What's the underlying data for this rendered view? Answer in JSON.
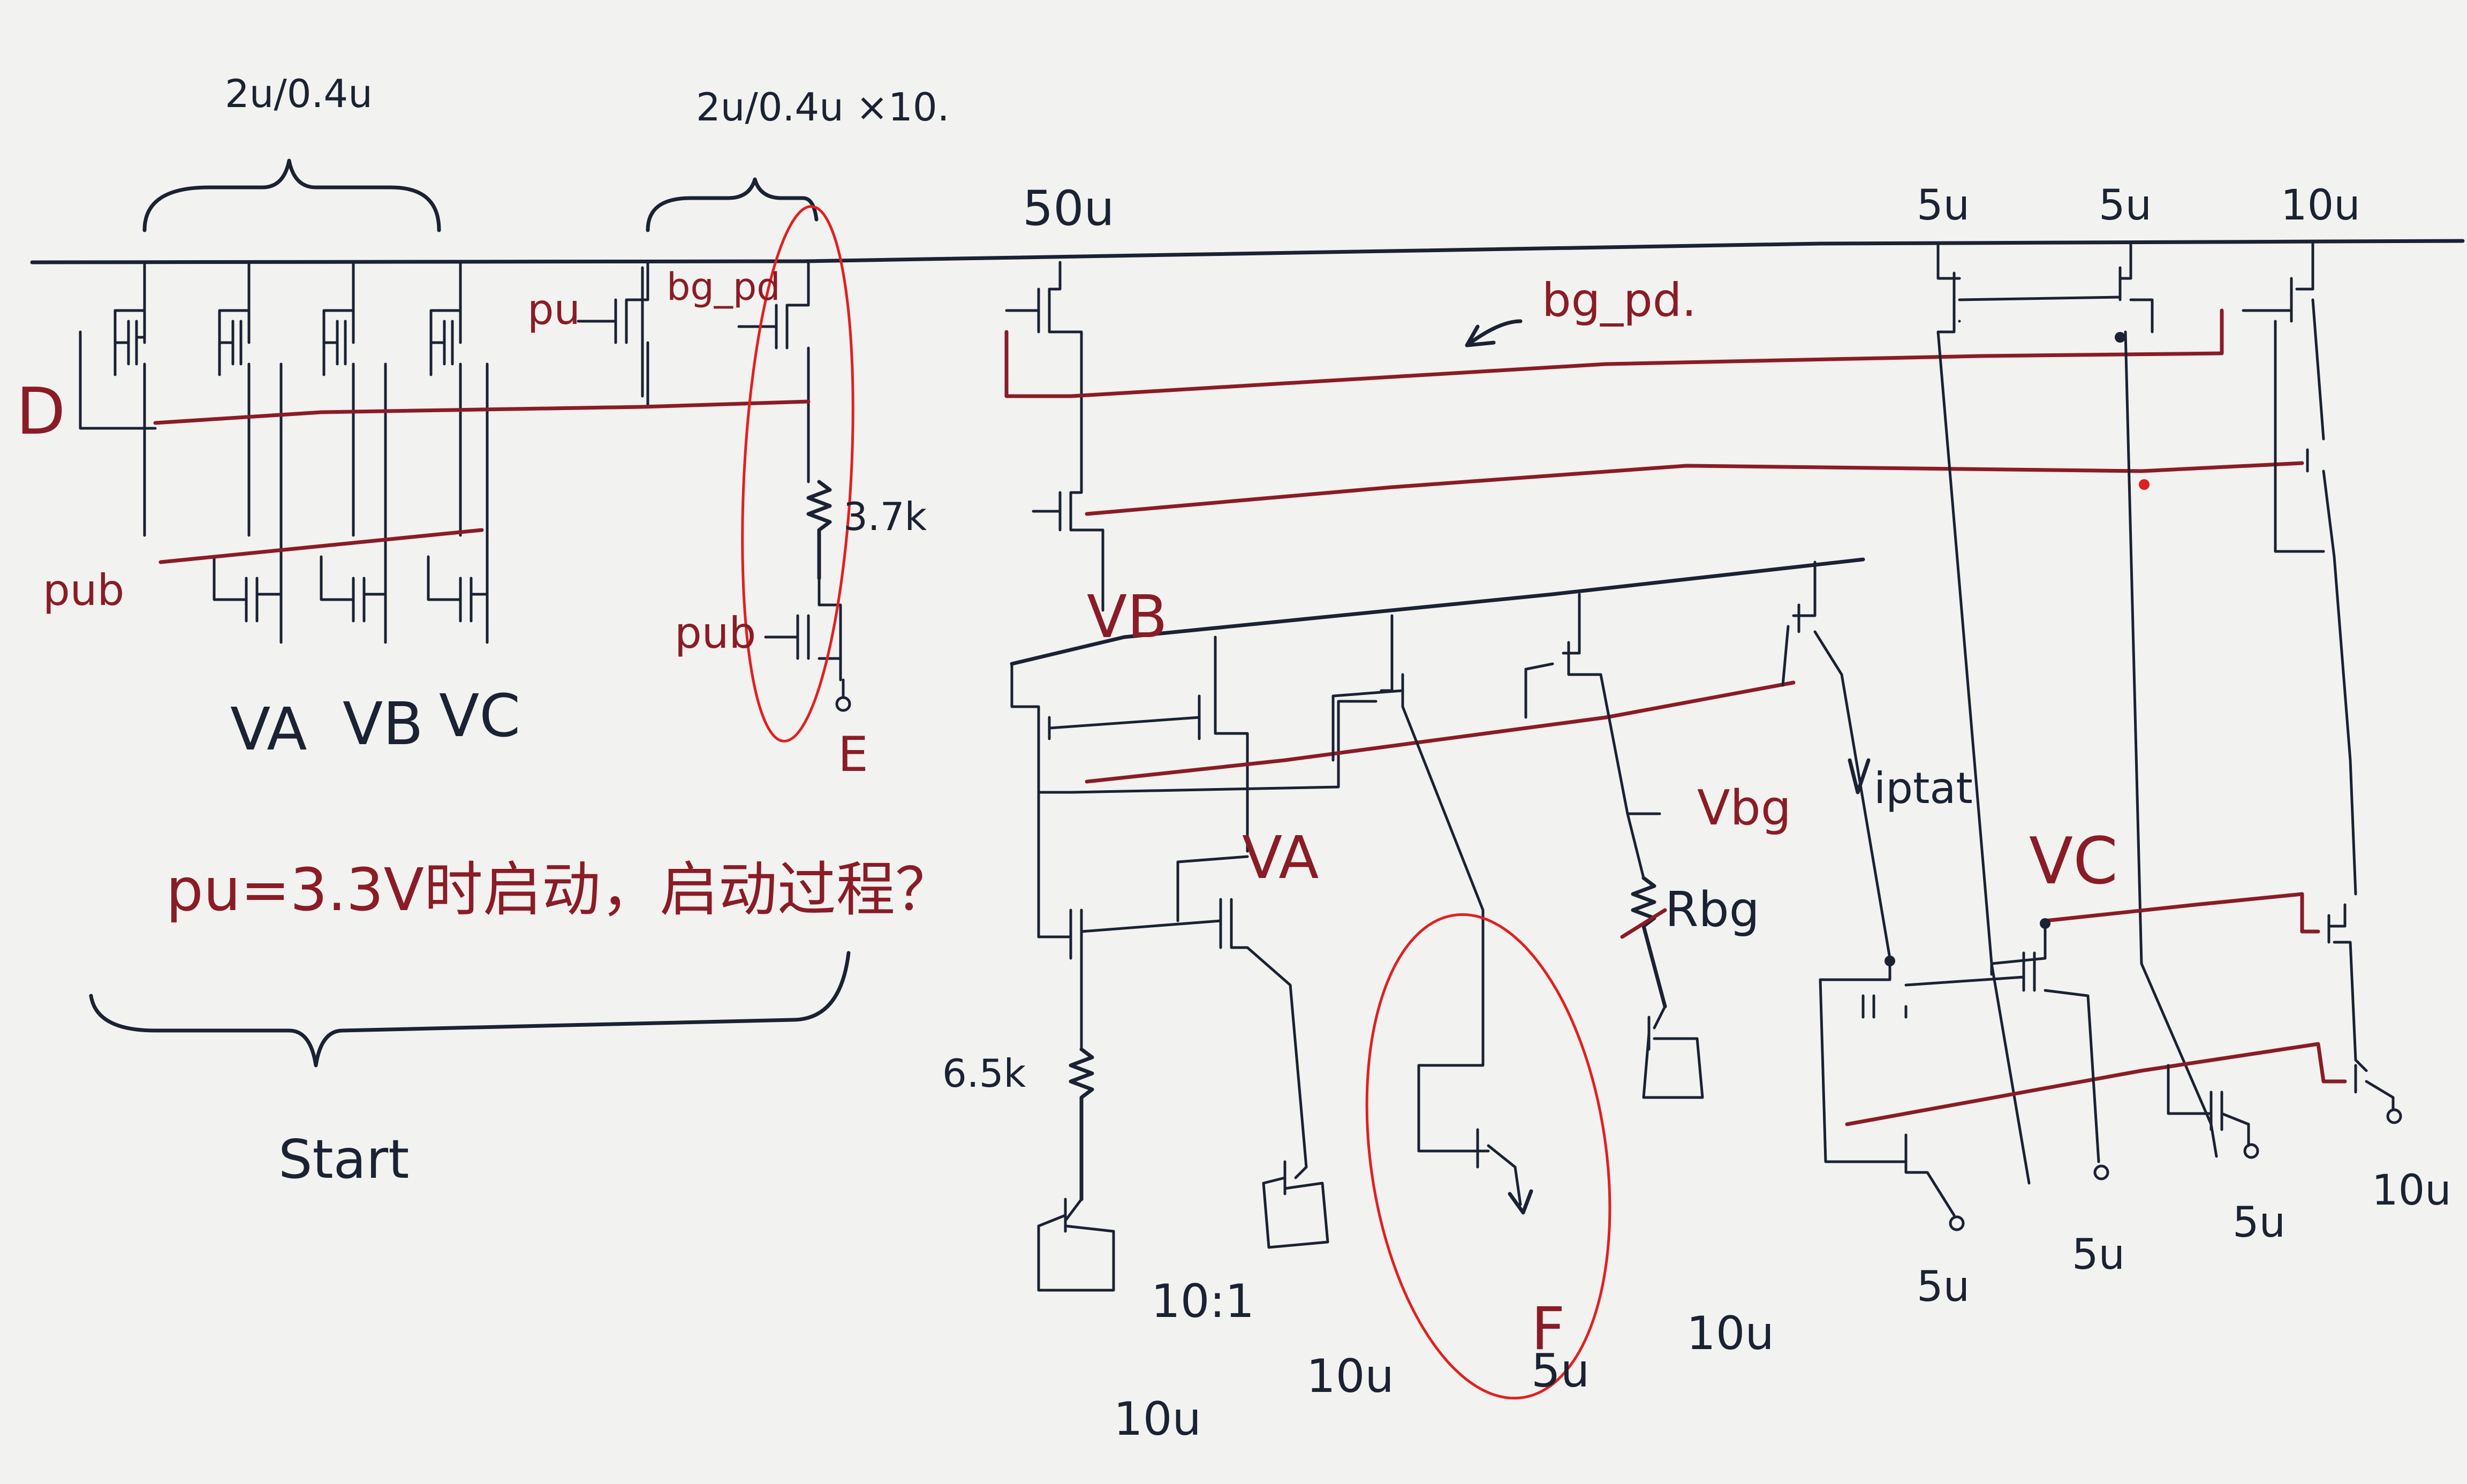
{
  "colors": {
    "paper": "#f2f2f0",
    "ink": "#1a2233",
    "red_ink": "#8a1c26",
    "highlight": "#e02020"
  },
  "labels": {
    "start_size": "2u/0.4u",
    "start_ratio": "2u/0.4u ×10.",
    "pu": "pu",
    "bg_pd": "bg_pd",
    "bg_pd_line": "bg_pd.",
    "node_d": "D",
    "pub_left": "pub",
    "pub_mid": "pub",
    "res_3k7": "3.7k",
    "node_e": "E",
    "va": "VA",
    "vb": "VB",
    "vc": "VC",
    "question": "pu=3.3V时启动，启动过程？",
    "start": "Start",
    "w50": "50u",
    "res_6k5": "6.5k",
    "ratio": "10:1",
    "w10a": "10u",
    "w10b": "10u",
    "node_f": "F",
    "w5a": "5u",
    "w10c": "10u",
    "vbg": "Vbg",
    "rbg": "Rbg",
    "iptat": "iptat",
    "core_va": "VA",
    "core_vb": "VB",
    "out_vc": "VC",
    "top_5a": "5u",
    "top_5b": "5u",
    "top_10": "10u",
    "bot_5a": "5u",
    "bot_5b": "5u",
    "bot_5c": "5u",
    "bot_10": "10u"
  }
}
